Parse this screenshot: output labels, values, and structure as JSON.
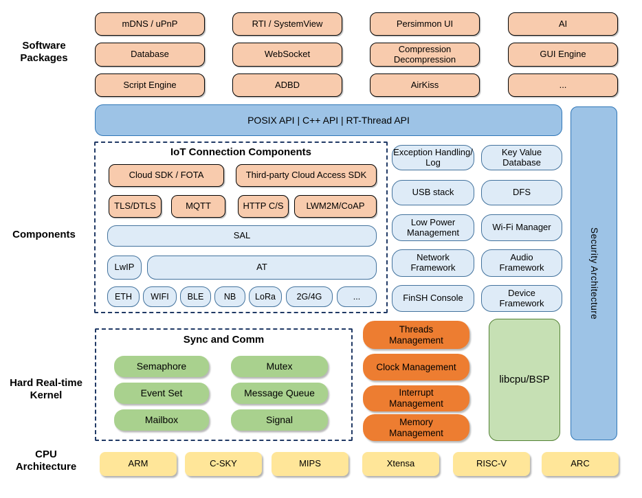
{
  "section_labels": {
    "software_packages": "Software\nPackages",
    "components": "Components",
    "kernel": "Hard Real-time\nKernel",
    "cpu": "CPU\nArchitecture"
  },
  "software_packages": [
    "mDNS / uPnP",
    "RTI / SystemView",
    "Persimmon UI",
    "AI",
    "Database",
    "WebSocket",
    "Compression Decompression",
    "GUI Engine",
    "Script Engine",
    "ADBD",
    "AirKiss",
    "..."
  ],
  "api_bar": "POSIX API | C++ API | RT-Thread API",
  "security_bar": "Security Architecture",
  "iot": {
    "title": "IoT Connection Components",
    "cloud_sdk": "Cloud SDK / FOTA",
    "third_party": "Third-party Cloud Access SDK",
    "tls": "TLS/DTLS",
    "mqtt": "MQTT",
    "http": "HTTP C/S",
    "lwm2m": "LWM2M/CoAP",
    "sal": "SAL",
    "lwip": "LwIP",
    "at": "AT",
    "links": [
      "ETH",
      "WIFI",
      "BLE",
      "NB",
      "LoRa",
      "2G/4G",
      "..."
    ]
  },
  "components_right": [
    "Exception Handling/ Log",
    "Key Value Database",
    "USB stack",
    "DFS",
    "Low Power Management",
    "Wi-Fi Manager",
    "Network Framework",
    "Audio Framework",
    "FinSH Console",
    "Device Framework"
  ],
  "kernel": {
    "sync_title": "Sync and Comm",
    "sync_items": [
      "Semaphore",
      "Mutex",
      "Event Set",
      "Message Queue",
      "Mailbox",
      "Signal"
    ],
    "mgmt_items": [
      "Threads Management",
      "Clock Management",
      "Interrupt Management",
      "Memory Management"
    ],
    "libcpu": "libcpu/BSP"
  },
  "cpu_archs": [
    "ARM",
    "C-SKY",
    "MIPS",
    "Xtensa",
    "RISC-V",
    "ARC"
  ],
  "colors": {
    "package_fill": "#F8CBAD",
    "api_fill": "#9DC3E6",
    "api_border": "#2E75B6",
    "component_fill": "#DEEBF7",
    "component_border": "#41719C",
    "kernel_green": "#A9D18E",
    "kernel_orange": "#ED7D31",
    "libcpu_fill": "#C6E0B4",
    "libcpu_border": "#538135",
    "cpu_yellow": "#FFE699",
    "dashed_border": "#1F3864"
  }
}
